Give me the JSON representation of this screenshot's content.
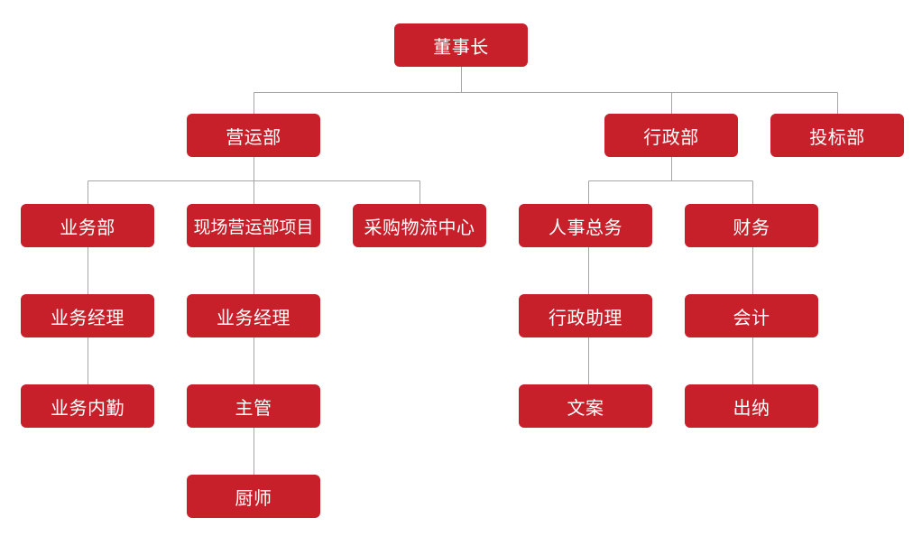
{
  "chart": {
    "nodes": {
      "chairman": "董事长",
      "operations": "营运部",
      "administration": "行政部",
      "bidding": "投标部",
      "business": "业务部",
      "site_project": "现场营运部项目",
      "purchasing": "采购物流中心",
      "hr_general": "人事总务",
      "finance": "财务",
      "business_manager_1": "业务经理",
      "business_manager_2": "业务经理",
      "admin_assistant": "行政助理",
      "accountant": "会计",
      "business_internal": "业务内勤",
      "supervisor": "主管",
      "clerk": "文案",
      "cashier": "出纳",
      "chef": "厨师"
    }
  },
  "colors": {
    "node_fill": "#c8202a",
    "node_text": "#ffffff",
    "connector": "#a6a6a6"
  }
}
